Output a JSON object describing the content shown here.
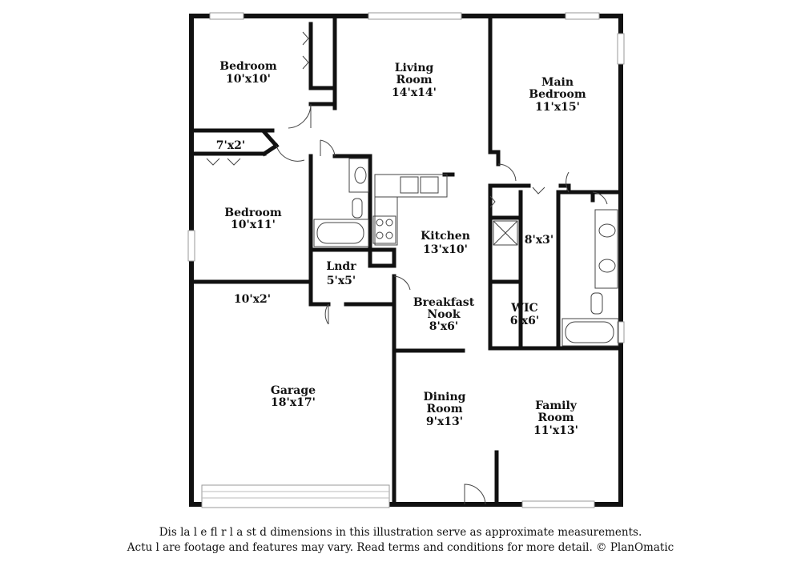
{
  "rooms": {
    "bedroom_1": {
      "name": "Bedroom",
      "size": "10'x10'"
    },
    "living_room": {
      "name_line1": "Living",
      "name_line2": "Room",
      "size": "14'x14'"
    },
    "main_bedroom": {
      "name_line1": "Main",
      "name_line2": "Bedroom",
      "size": "11'x15'"
    },
    "closet_7x2": {
      "size": "7'x2'"
    },
    "bedroom_2": {
      "name": "Bedroom",
      "size": "10'x11'"
    },
    "kitchen": {
      "name": "Kitchen",
      "size": "13'x10'"
    },
    "closet_8x3": {
      "size": "8'x3'"
    },
    "laundry": {
      "name": "Lndr",
      "size": "5'x5'"
    },
    "closet_10x2": {
      "size": "10'x2'"
    },
    "breakfast_nook": {
      "name_line1": "Breakfast",
      "name_line2": "Nook",
      "size": "8'x6'"
    },
    "wic": {
      "name": "WIC",
      "size": "6'x6'"
    },
    "garage": {
      "name": "Garage",
      "size": "18'x17'"
    },
    "dining_room": {
      "name_line1": "Dining",
      "name_line2": "Room",
      "size": "9'x13'"
    },
    "family_room": {
      "name_line1": "Family",
      "name_line2": "Room",
      "size": "11'x13'"
    }
  },
  "disclaimer": {
    "line1": "Dis      la     l   e fl    r  l   a     st    d dimensions in this illustration serve as approximate measurements.",
    "line2": "Actu      l    are footage and features may vary. Read terms and conditions for more detail. © PlanOmatic"
  },
  "colors": {
    "wall": "#111111",
    "window": "#9a9a9a",
    "fixture": "#444444"
  }
}
